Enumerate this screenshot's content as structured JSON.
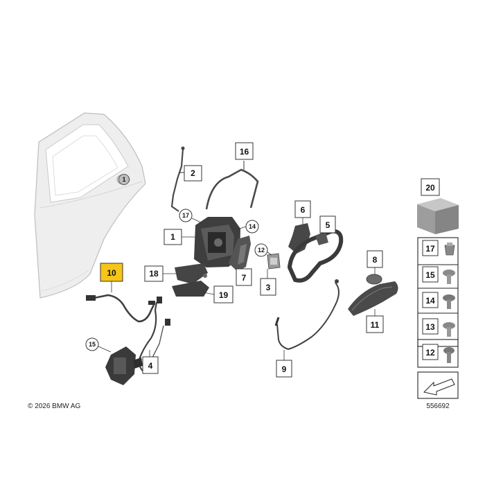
{
  "diagram": {
    "copyright": "© 2026 BMW AG",
    "diagram_number": "556692",
    "highlight_color": "#f5c518",
    "part_color": "#3d3d3d",
    "callouts": {
      "c1": "1",
      "c2": "2",
      "c3": "3",
      "c4": "4",
      "c5": "5",
      "c6": "6",
      "c7": "7",
      "c8": "8",
      "c9": "9",
      "c10": "10",
      "c11": "11",
      "c12": "12",
      "c14": "14",
      "c15": "15",
      "c16": "16",
      "c17": "17",
      "c18": "18",
      "c19": "19",
      "c20": "20"
    },
    "sidebar": {
      "s17": "17",
      "s15": "15",
      "s14": "14",
      "s13": "13",
      "s12": "12"
    }
  }
}
